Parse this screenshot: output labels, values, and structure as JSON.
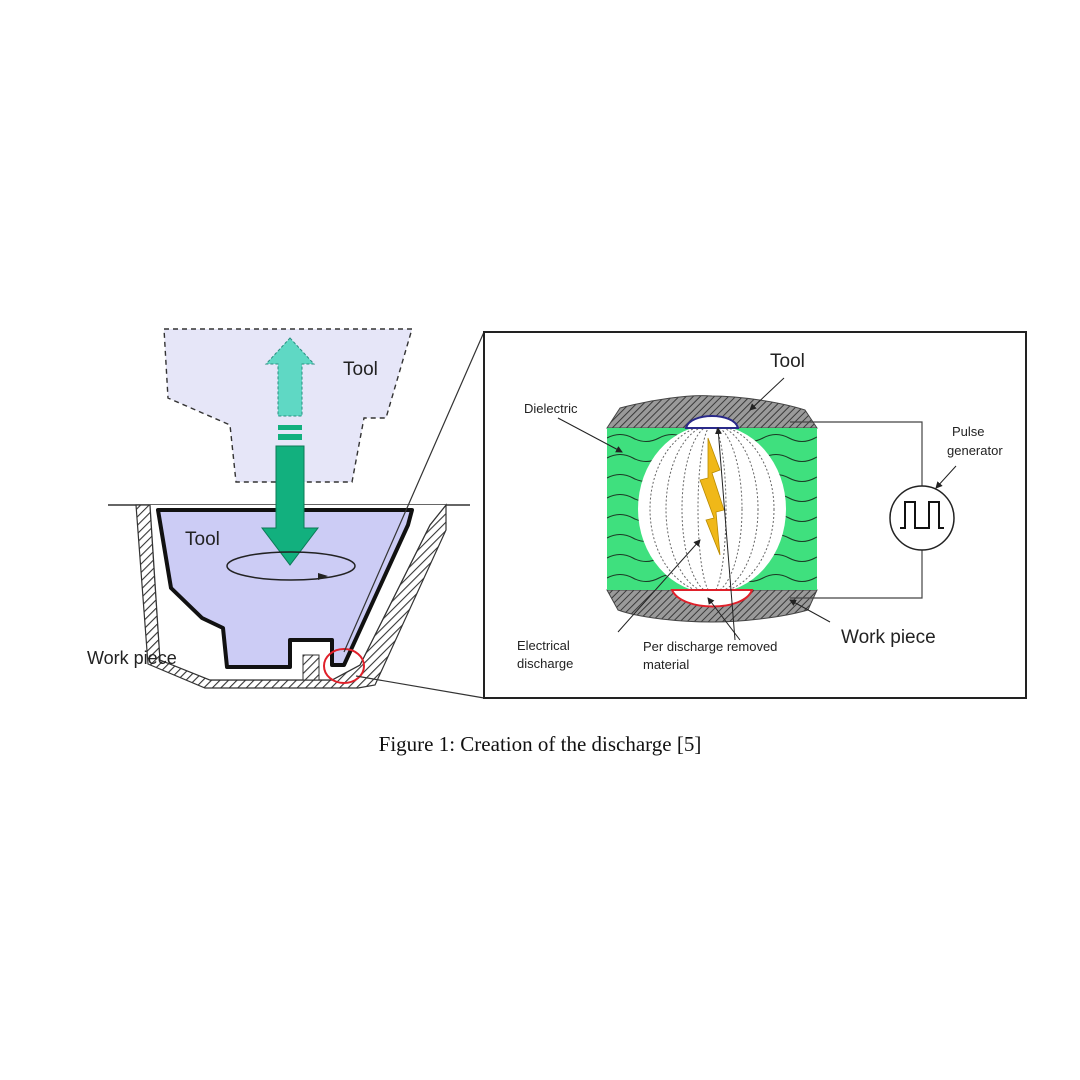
{
  "diagram": {
    "left": {
      "tool_upper_label": "Tool",
      "tool_lower_label": "Tool",
      "workpiece_label": "Work piece"
    },
    "detail": {
      "tool_label": "Tool",
      "dielectric_label": "Dielectric",
      "pulse_label_line1": "Pulse",
      "pulse_label_line2": "generator",
      "electrical_line1": "Electrical",
      "electrical_line2": "discharge",
      "removed_line1": "Per discharge removed",
      "removed_line2": "material",
      "workpiece_label": "Work piece"
    },
    "colors": {
      "tool_fill": "#ccccf5",
      "tool_ghost": "#e6e6f8",
      "arrow_down": "#12b07e",
      "arrow_up": "#5fd8c4",
      "dielectric": "#3fe07e",
      "spark": "#f0b818",
      "highlight_red": "#e0202a",
      "crater_blue": "#2a2a8a"
    }
  },
  "caption": "Figure 1: Creation of the discharge [5]"
}
